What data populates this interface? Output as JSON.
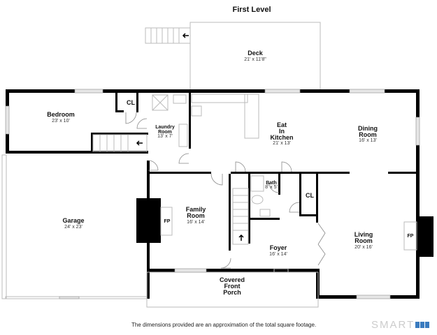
{
  "title": "First Level",
  "rooms": {
    "deck": {
      "name": "Deck",
      "dim": "21' x 11'8\""
    },
    "bedroom": {
      "name": "Bedroom",
      "dim": "23' x 10'"
    },
    "cl1": {
      "name": "CL"
    },
    "laundry": {
      "name1": "Laundry",
      "name2": "Room",
      "dim": "13' x 7'"
    },
    "kitchen": {
      "name1": "Eat",
      "name2": "In",
      "name3": "Kitchen",
      "dim": "21' x 13'"
    },
    "dining": {
      "name1": "Dining",
      "name2": "Room",
      "dim": "16' x 13'"
    },
    "garage": {
      "name": "Garage",
      "dim": "24' x 23'"
    },
    "family": {
      "name1": "Family",
      "name2": "Room",
      "dim": "16' x 14'"
    },
    "bath": {
      "name": "Bath",
      "dim": "8' x 5'"
    },
    "cl2": {
      "name": "CL"
    },
    "foyer": {
      "name": "Foyer",
      "dim": "16' x 14'"
    },
    "living": {
      "name1": "Living",
      "name2": "Room",
      "dim": "20' x 16'"
    },
    "porch": {
      "name1": "Covered",
      "name2": "Front",
      "name3": "Porch"
    },
    "fp1": "FP",
    "fp2": "FP"
  },
  "disclaimer": "The dimensions provided are an approximation of the total square footage.",
  "logo": "SMART MLS",
  "logo_text": "SMART"
}
